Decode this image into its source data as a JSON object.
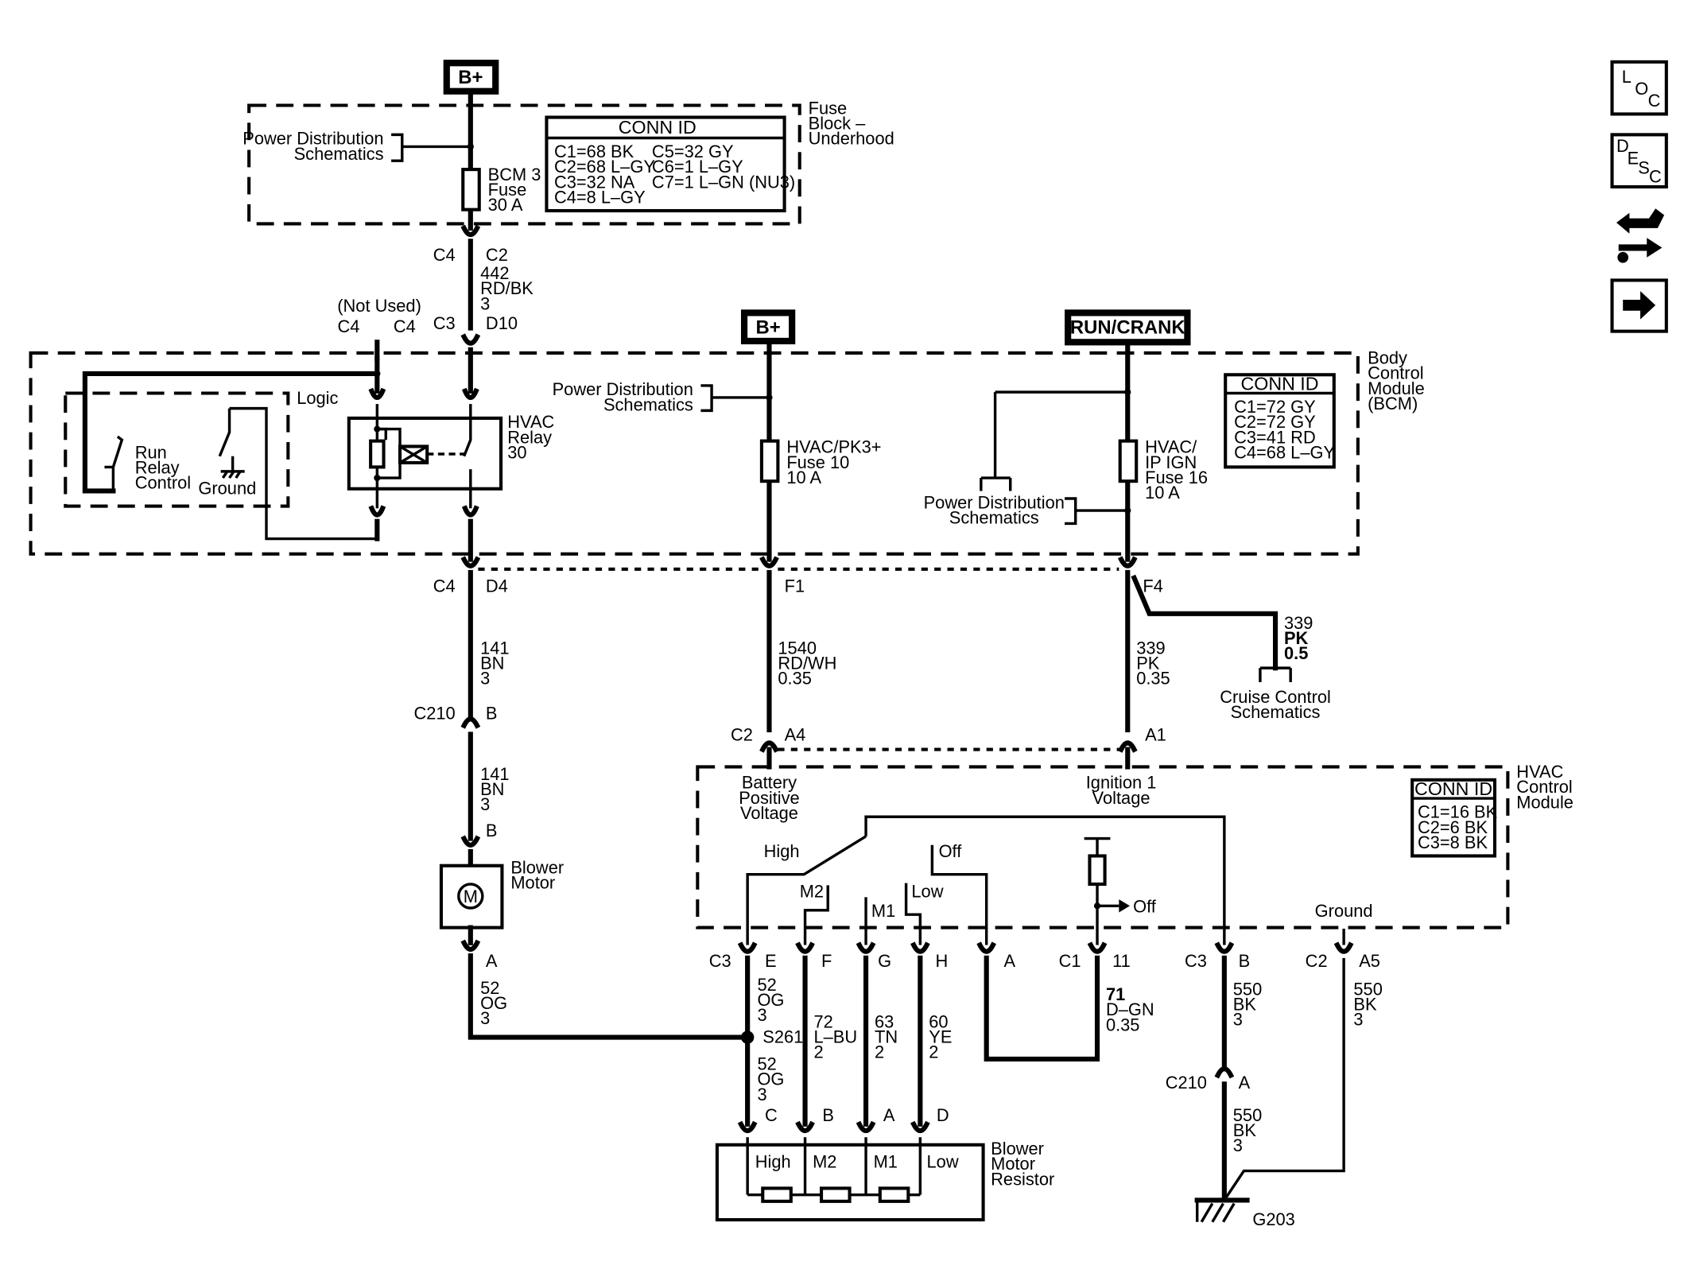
{
  "power": {
    "bplus_top": "B+",
    "bplus_mid": "B+",
    "run_crank": "RUN/CRANK"
  },
  "fuse_block": {
    "title": [
      "Fuse",
      "Block –",
      "Underhood"
    ],
    "power_dist": [
      "Power Distribution",
      "Schematics"
    ],
    "fuse": [
      "BCM 3",
      "Fuse",
      "30 A"
    ],
    "conn_title": "CONN ID",
    "conn_left": [
      "C1=68 BK",
      "C2=68 L–GY",
      "C3=32 NA",
      "C4=8 L–GY"
    ],
    "conn_right": [
      "C5=32 GY",
      "C6=1 L–GY",
      "C7=1 L–GN (NU3)"
    ]
  },
  "bcm": {
    "title": [
      "Body",
      "Control",
      "Module",
      "(BCM)"
    ],
    "conn_title": "CONN ID",
    "conn_list": [
      "C1=72 GY",
      "C2=72 GY",
      "C3=41 RD",
      "C4=68 L–GY"
    ],
    "not_used": "(Not Used)",
    "logic": "Logic",
    "run_relay": [
      "Run",
      "Relay",
      "Control"
    ],
    "ground": "Ground",
    "relay": [
      "HVAC",
      "Relay",
      "30"
    ],
    "power_dist_1": [
      "Power Distribution",
      "Schematics"
    ],
    "power_dist_2": [
      "Power Distribution",
      "Schematics"
    ],
    "fuse_pk3": [
      "HVAC/PK3+",
      "Fuse 10",
      "10 A"
    ],
    "fuse_ipign": [
      "HVAC/",
      "IP IGN",
      "Fuse 16",
      "10 A"
    ]
  },
  "hvac_module": {
    "title": [
      "HVAC",
      "Control",
      "Module"
    ],
    "conn_title": "CONN ID",
    "conn_list": [
      "C1=16 BK",
      "C2=6 BK",
      "C3=8 BK"
    ],
    "battery": [
      "Battery",
      "Positive",
      "Voltage"
    ],
    "ignition": [
      "Ignition 1",
      "Voltage"
    ],
    "high": "High",
    "m2": "M2",
    "m1": "M1",
    "low": "Low",
    "off_1": "Off",
    "off_2": "Off",
    "ground": "Ground"
  },
  "connectors": {
    "c4_top": "C4",
    "c2_top": "C2",
    "c4_nu_a": "C4",
    "c4_nu_b": "C4",
    "c3_d10": "C3",
    "d10": "D10",
    "c4_d4": "C4",
    "d4": "D4",
    "f1": "F1",
    "f4": "F4",
    "c210_b": "C210",
    "b_1": "B",
    "b_2": "B",
    "a_motor": "A",
    "c2_a4": "C2",
    "a4": "A4",
    "a1": "A1",
    "c3_e": "C3",
    "e": "E",
    "f": "F",
    "g": "G",
    "h": "H",
    "a_off": "A",
    "c1_11": "C1",
    "pin_11": "11",
    "c3_b": "C3",
    "b_gnd": "B",
    "c2_a5": "C2",
    "a5": "A5",
    "c210_a": "C210",
    "a_c210": "A",
    "r_c": "C",
    "r_b": "B",
    "r_a": "A",
    "r_d": "D"
  },
  "wires": {
    "w442": [
      "442",
      "RD/BK",
      "3"
    ],
    "w141_a": [
      "141",
      "BN",
      "3"
    ],
    "w141_b": [
      "141",
      "BN",
      "3"
    ],
    "w1540": [
      "1540",
      "RD/WH",
      "0.35"
    ],
    "w339_a": [
      "339",
      "PK",
      "0.35"
    ],
    "w339_b": [
      "339",
      "PK",
      "0.5"
    ],
    "w52_motor": [
      "52",
      "OG",
      "3"
    ],
    "w52_e": [
      "52",
      "OG",
      "3"
    ],
    "w52_c": [
      "52",
      "OG",
      "3"
    ],
    "w72": [
      "72",
      "L–BU",
      "2"
    ],
    "w63": [
      "63",
      "TN",
      "2"
    ],
    "w60": [
      "60",
      "YE",
      "2"
    ],
    "w71": [
      "71",
      "D–GN",
      "0.35"
    ],
    "w550_b": [
      "550",
      "BK",
      "3"
    ],
    "w550_a5": [
      "550",
      "BK",
      "3"
    ],
    "w550_c210": [
      "550",
      "BK",
      "3"
    ]
  },
  "components": {
    "blower_motor": [
      "Blower",
      "Motor"
    ],
    "motor_symbol": "M",
    "resistor": [
      "Blower",
      "Motor",
      "Resistor"
    ],
    "r_high": "High",
    "r_m2": "M2",
    "r_m1": "M1",
    "r_low": "Low",
    "splice": "S261",
    "ground": "G203",
    "cruise": [
      "Cruise Control",
      "Schematics"
    ]
  },
  "nav": {
    "loc": [
      "L",
      "O",
      "C"
    ],
    "desc": [
      "D",
      "E",
      "S",
      "C"
    ]
  }
}
